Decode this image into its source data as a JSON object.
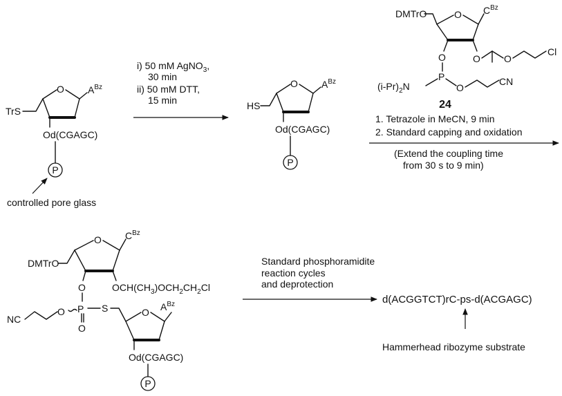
{
  "step1": {
    "start_group": "TrS",
    "base": "A",
    "base_protect": "Bz",
    "chain": "Od(CGAGC)",
    "support": "P",
    "support_label": "controlled pore glass",
    "cond1": "i) 50 mM AgNO",
    "cond1_sub": "3",
    "cond1_comma": ",",
    "cond2": "30 min",
    "cond3": "ii) 50 mM DTT,",
    "cond4": "15 min"
  },
  "step2": {
    "thiol": "HS",
    "base": "A",
    "base_protect": "Bz",
    "chain": "Od(CGAGC)",
    "support": "P"
  },
  "reagent": {
    "dmtr": "DMTrO",
    "base": "C",
    "base_protect": "Bz",
    "o_ring": "O",
    "o_phos": "O",
    "p": "P",
    "n": "N",
    "ipr_a": "(i-Pr)",
    "ipr_sub": "2",
    "o_ce": "O",
    "cn": "CN",
    "o_side": "O",
    "o_ether": "O",
    "cl": "Cl",
    "compound_number": "24",
    "cond1": "1. Tetrazole in MeCN, 9 min",
    "cond2": "2. Standard capping and oxidation",
    "note1": "(Extend the coupling time",
    "note2": "from 30 s to 9 min)"
  },
  "product": {
    "dmtr": "DMTrO",
    "base_top": "C",
    "base_top_protect": "Bz",
    "o_phos": "O",
    "side_chain": "OCH(CH",
    "side_sub": "3",
    "side_chain2": ")OCH",
    "side_sub2": "2",
    "side_chain3": "CH",
    "side_sub3": "2",
    "side_chain4": "Cl",
    "nc": "NC",
    "o_ester": "O",
    "p": "P",
    "o_double": "O",
    "s": "S",
    "base_bottom": "A",
    "base_bottom_protect": "Bz",
    "chain": "Od(CGAGC)",
    "support": "P",
    "o_ring": "O"
  },
  "final": {
    "cond1": "Standard phosphoramidite",
    "cond2": "reaction cycles",
    "cond3": "and deprotection",
    "sequence": "d(ACGGTCT)rC-ps-d(ACGAGC)",
    "label": "Hammerhead ribozyme substrate"
  }
}
